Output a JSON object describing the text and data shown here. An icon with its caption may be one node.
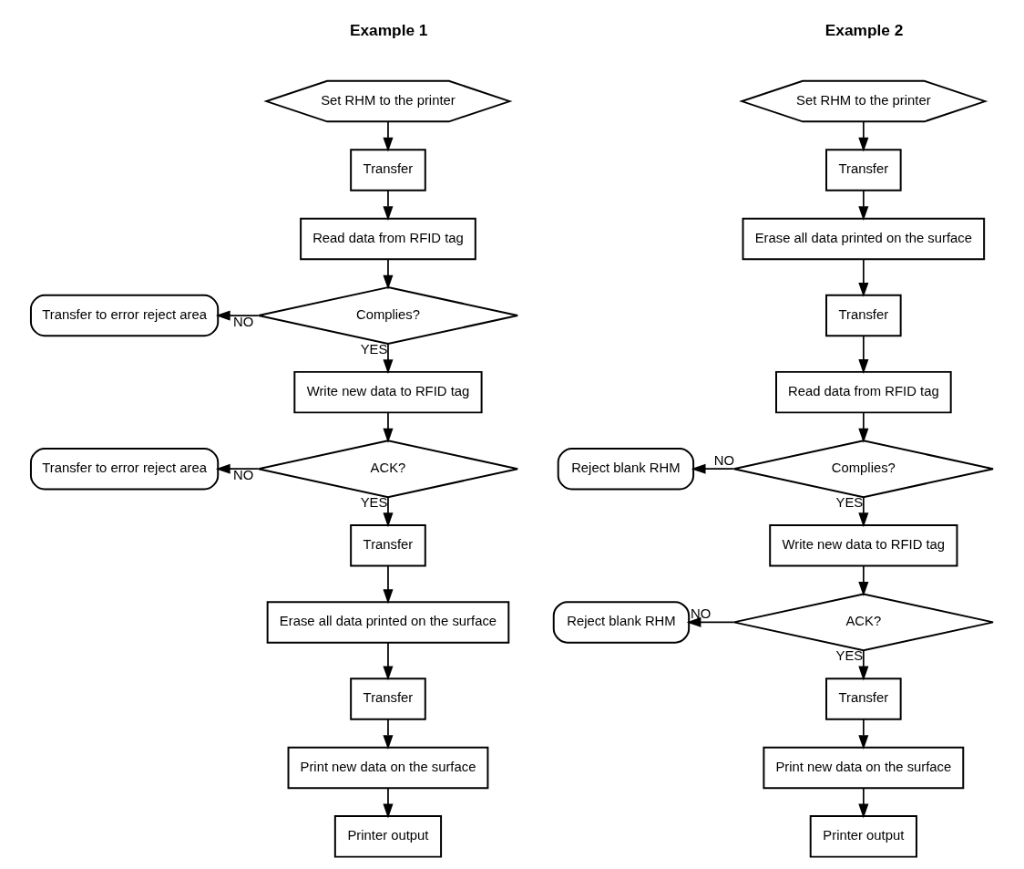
{
  "diagram": {
    "nodes": [
      {
        "text": [
          "Set RHM to the printer"
        ]
      },
      {
        "text": [
          "Transfer"
        ]
      },
      {
        "text": [
          "Read data from RFID tag"
        ]
      },
      {
        "text": [
          "Complies?"
        ]
      },
      {
        "text": [
          "Transfer to error reject area"
        ]
      },
      {
        "text": [
          "Write new data to RFID tag"
        ]
      },
      {
        "text": [
          "ACK?"
        ]
      },
      {
        "text": [
          "Transfer to error reject area"
        ]
      },
      {
        "text": [
          "Transfer"
        ]
      },
      {
        "text": [
          "Erase all data printed on the surface"
        ]
      },
      {
        "text": [
          "Transfer"
        ]
      },
      {
        "text": [
          "Print new data on the surface"
        ]
      },
      {
        "text": [
          "Printer output"
        ]
      },
      {
        "text": [
          "Set RHM to the printer"
        ]
      },
      {
        "text": [
          "Transfer"
        ]
      },
      {
        "text": [
          "Erase all data printed on the surface"
        ]
      },
      {
        "text": [
          "Transfer"
        ]
      },
      {
        "text": [
          "Read data from RFID tag"
        ]
      },
      {
        "text": [
          "Complies?"
        ]
      },
      {
        "text": [
          "Reject blank RHM"
        ]
      },
      {
        "text": [
          "Write new data to RFID tag"
        ]
      },
      {
        "text": [
          "ACK?"
        ]
      },
      {
        "text": [
          "Reject blank RHM"
        ]
      },
      {
        "text": [
          "Transfer"
        ]
      },
      {
        "text": [
          "Print new data on the surface"
        ]
      },
      {
        "text": [
          "Printer output"
        ]
      }
    ],
    "edges": [
      {
        "from": 0,
        "to": 1,
        "arrow": "to"
      },
      {
        "from": 1,
        "to": 2,
        "arrow": "to"
      },
      {
        "from": 2,
        "to": 3,
        "arrow": "to"
      },
      {
        "from": 3,
        "to": 4,
        "arrow": "to",
        "label": "NO"
      },
      {
        "from": 3,
        "to": 5,
        "arrow": "to",
        "label": "YES"
      },
      {
        "from": 5,
        "to": 6,
        "arrow": "to"
      },
      {
        "from": 6,
        "to": 7,
        "arrow": "to",
        "label": "NO"
      },
      {
        "from": 6,
        "to": 8,
        "arrow": "to",
        "label": "YES"
      },
      {
        "from": 8,
        "to": 9,
        "arrow": "to"
      },
      {
        "from": 9,
        "to": 10,
        "arrow": "to"
      },
      {
        "from": 10,
        "to": 11,
        "arrow": "to"
      },
      {
        "from": 11,
        "to": 12,
        "arrow": "to"
      },
      {
        "from": 13,
        "to": 14,
        "arrow": "to"
      },
      {
        "from": 14,
        "to": 15,
        "arrow": "to"
      },
      {
        "from": 15,
        "to": 16,
        "arrow": "to"
      },
      {
        "from": 16,
        "to": 17,
        "arrow": "to"
      },
      {
        "from": 17,
        "to": 18,
        "arrow": "to"
      },
      {
        "from": 18,
        "to": 19,
        "arrow": "to",
        "label": "NO"
      },
      {
        "from": 18,
        "to": 20,
        "arrow": "to",
        "label": "YES"
      },
      {
        "from": 20,
        "to": 21,
        "arrow": "to"
      },
      {
        "from": 21,
        "to": 22,
        "arrow": "to",
        "label": "NO"
      },
      {
        "from": 21,
        "to": 23,
        "arrow": "to",
        "label": "YES"
      },
      {
        "from": 23,
        "to": 24,
        "arrow": "to"
      },
      {
        "from": 24,
        "to": 25,
        "arrow": "to"
      }
    ],
    "labels": [
      "Example 1",
      "Example 2"
    ]
  }
}
